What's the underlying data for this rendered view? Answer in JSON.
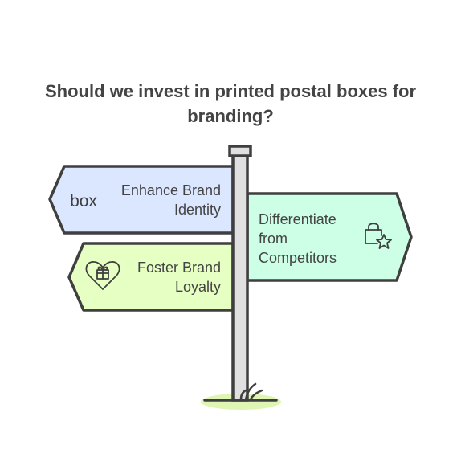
{
  "title": "Should we invest in printed postal boxes for branding?",
  "signs": [
    {
      "id": "enhance",
      "lines": [
        "Enhance Brand",
        "Identity"
      ],
      "icon": "box-logo-icon",
      "icon_text": "box",
      "color": "#dbe6ff"
    },
    {
      "id": "differentiate",
      "lines": [
        "Differentiate",
        "from",
        "Competitors"
      ],
      "icon": "bag-star-icon",
      "color": "#ccffe6"
    },
    {
      "id": "loyalty",
      "lines": [
        "Foster Brand",
        "Loyalty"
      ],
      "icon": "heart-gift-icon",
      "color": "#e6ffc2"
    }
  ],
  "colors": {
    "stroke": "#3f3f3f",
    "post": "#e0e0e0",
    "text": "#444444",
    "grass": "#dff5b3"
  }
}
